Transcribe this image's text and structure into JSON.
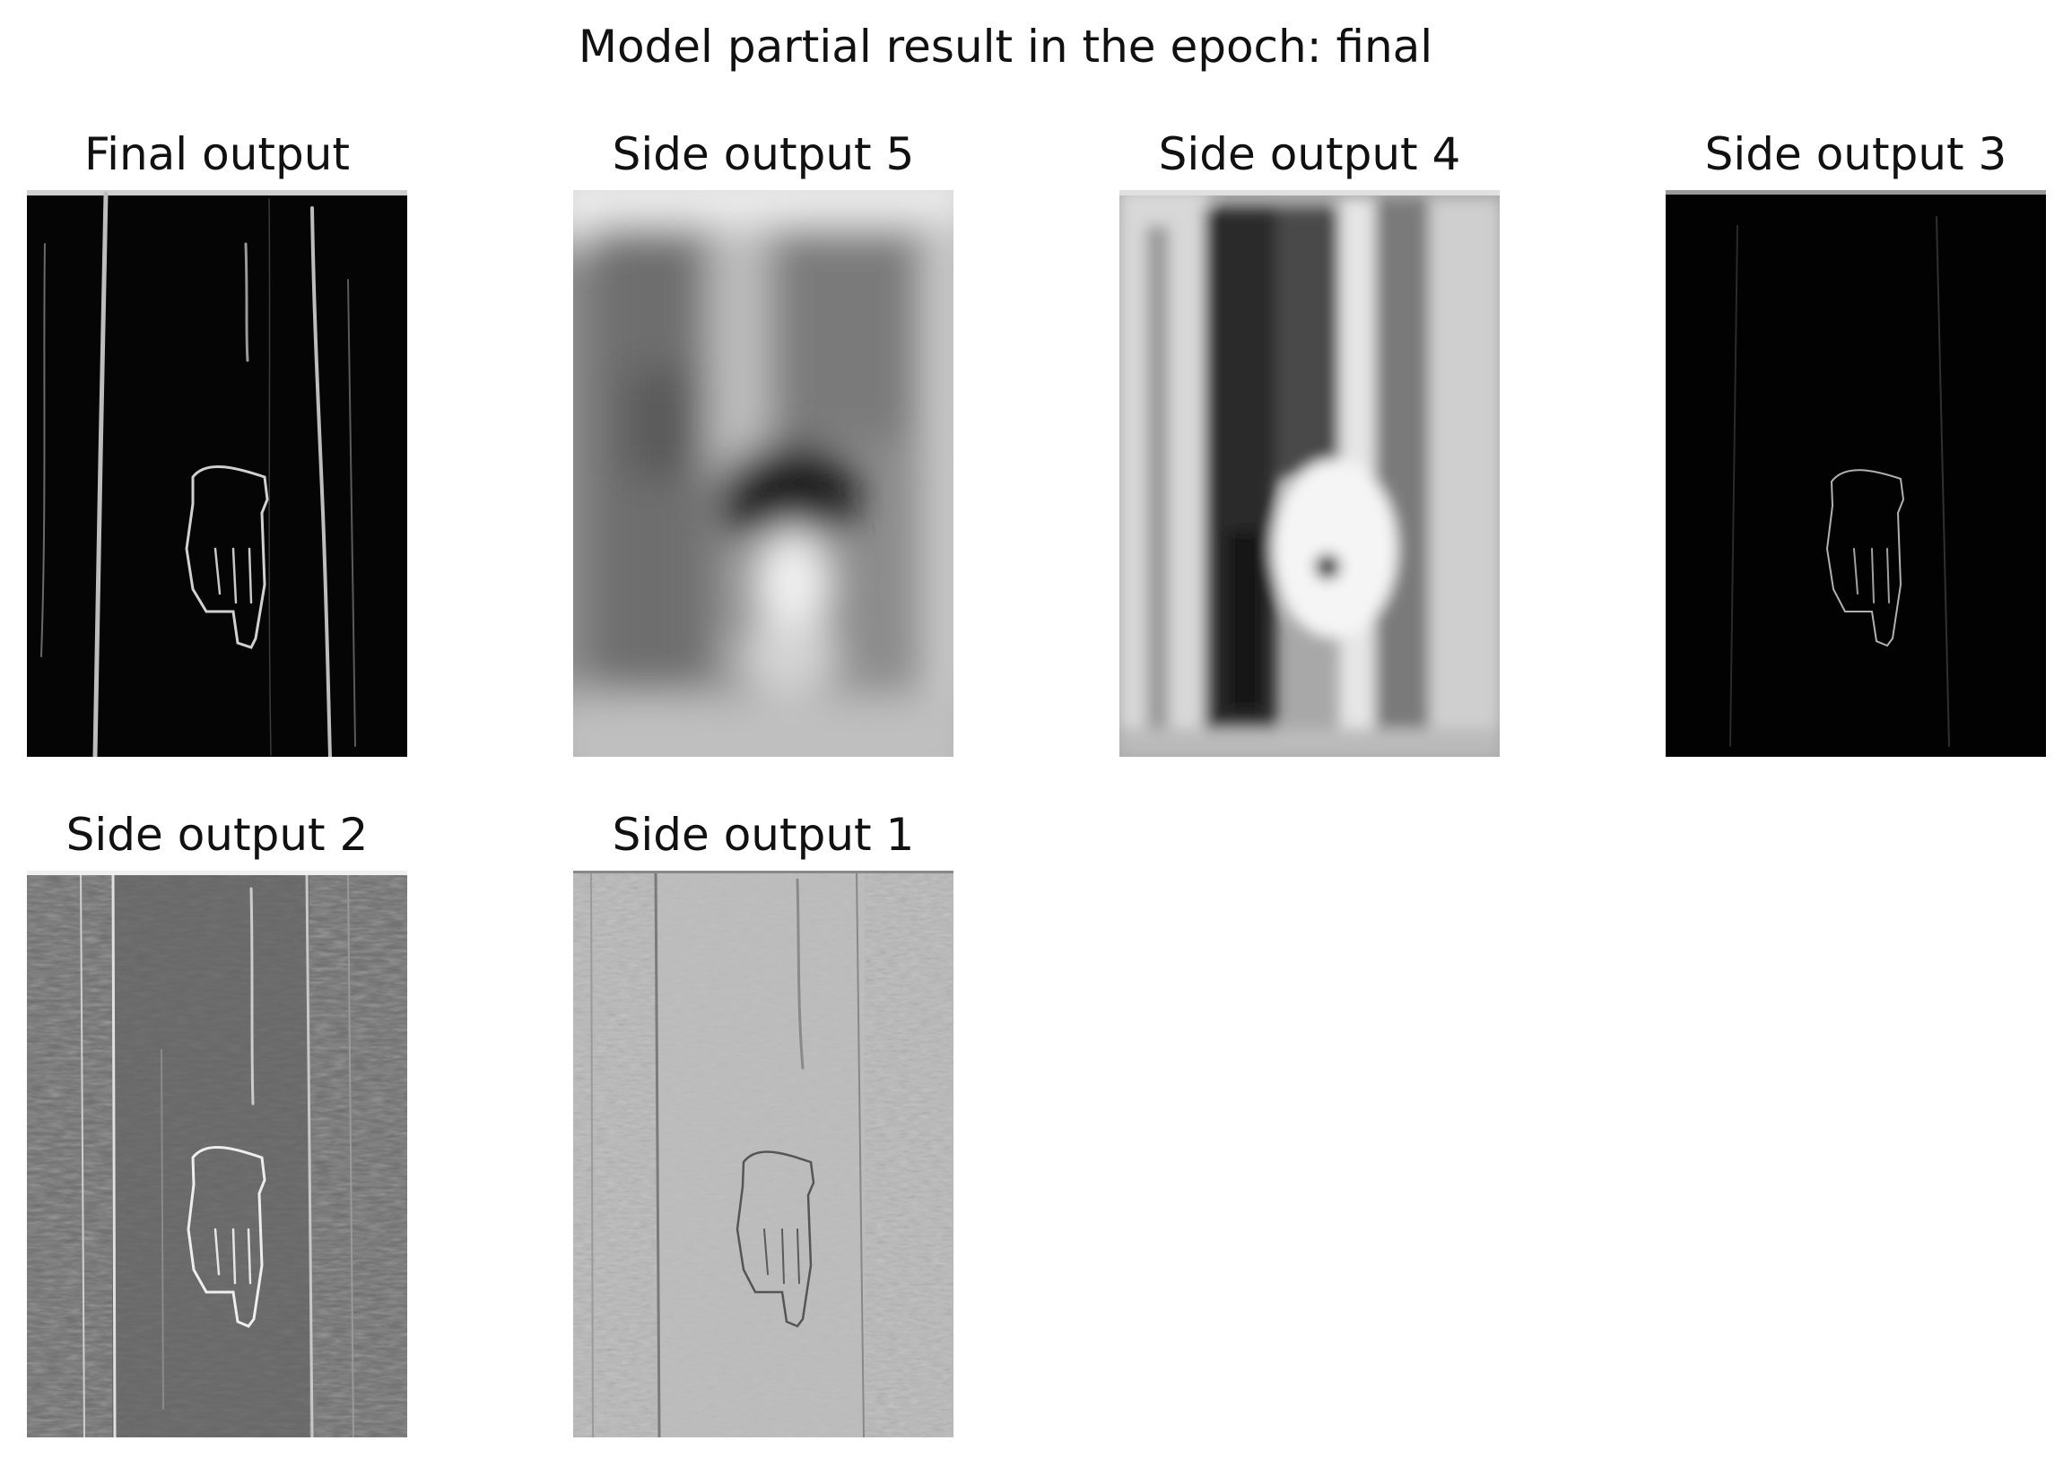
{
  "figure": {
    "title": "Model partial result in the epoch: final"
  },
  "panels": [
    {
      "title": "Final output",
      "style": "edges-black"
    },
    {
      "title": "Side output 5",
      "style": "blurry-gray"
    },
    {
      "title": "Side output 4",
      "style": "mid-gray"
    },
    {
      "title": "Side output 3",
      "style": "edges-faint"
    },
    {
      "title": "Side output 2",
      "style": "texture-dark"
    },
    {
      "title": "Side output 1",
      "style": "texture-light"
    }
  ],
  "colors": {
    "background": "#ffffff",
    "text": "#111111"
  }
}
